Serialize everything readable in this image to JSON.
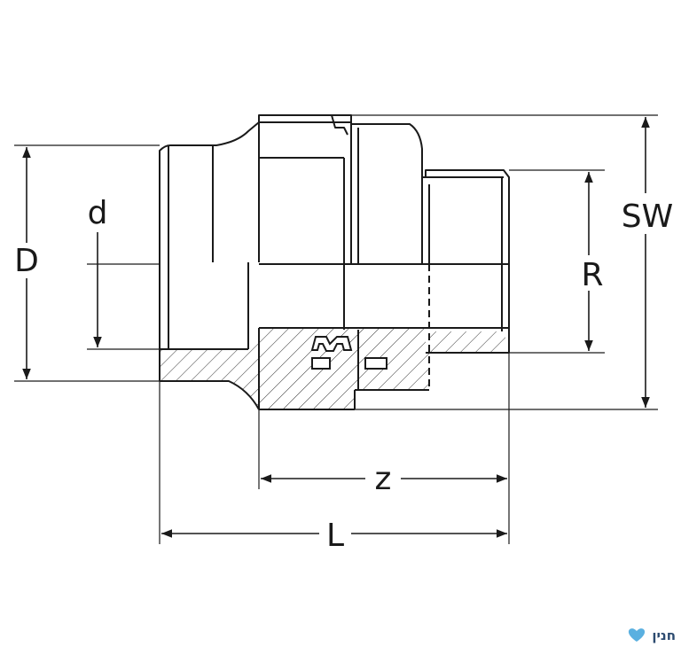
{
  "diagram": {
    "labels": {
      "D": "D",
      "d": "d",
      "R": "R",
      "SW": "SW",
      "z": "z",
      "L": "L"
    }
  },
  "watermark": {
    "text": "חנין",
    "icon": "heart-logo-icon"
  },
  "colors": {
    "line": "#1a1a1a",
    "hatch": "#333333",
    "watermark": "#2b4a6f",
    "watermark_icon": "#5ab0e0"
  }
}
